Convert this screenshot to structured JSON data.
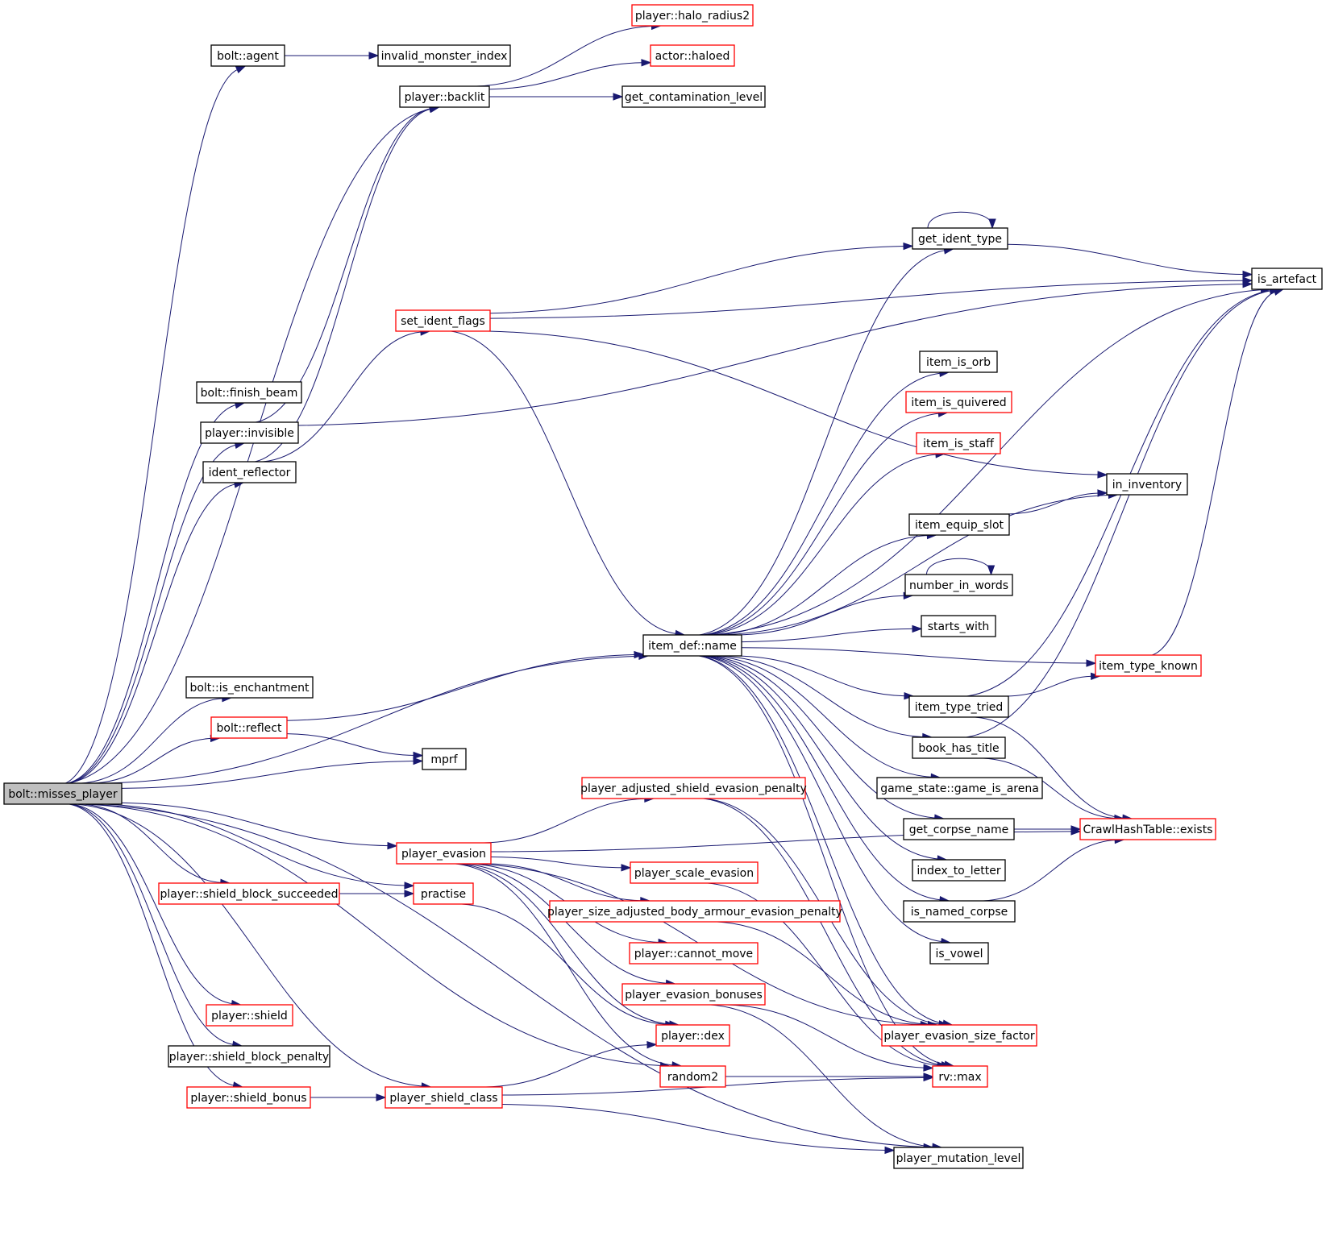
{
  "diagram": {
    "title": "",
    "root": "bolt::misses_player",
    "colors": {
      "edge": "#191970",
      "border_complete": "#000000",
      "border_truncated": "#ff0000",
      "root_fill": "#bfbfbf",
      "node_fill": "#ffffff"
    },
    "nodes": [
      {
        "id": "misses_player",
        "label": "bolt::misses_player",
        "border": "black",
        "root": true
      },
      {
        "id": "agent",
        "label": "bolt::agent",
        "border": "black"
      },
      {
        "id": "invalid_monster_index",
        "label": "invalid_monster_index",
        "border": "black"
      },
      {
        "id": "halo_radius2",
        "label": "player::halo_radius2",
        "border": "red"
      },
      {
        "id": "haloed",
        "label": "actor::haloed",
        "border": "red"
      },
      {
        "id": "backlit",
        "label": "player::backlit",
        "border": "black"
      },
      {
        "id": "get_contamination_level",
        "label": "get_contamination_level",
        "border": "black"
      },
      {
        "id": "get_ident_type",
        "label": "get_ident_type",
        "border": "black"
      },
      {
        "id": "is_artefact",
        "label": "is_artefact",
        "border": "black"
      },
      {
        "id": "set_ident_flags",
        "label": "set_ident_flags",
        "border": "red"
      },
      {
        "id": "item_is_orb",
        "label": "item_is_orb",
        "border": "black"
      },
      {
        "id": "finish_beam",
        "label": "bolt::finish_beam",
        "border": "black"
      },
      {
        "id": "item_is_quivered",
        "label": "item_is_quivered",
        "border": "red"
      },
      {
        "id": "invisible",
        "label": "player::invisible",
        "border": "black"
      },
      {
        "id": "item_is_staff",
        "label": "item_is_staff",
        "border": "red"
      },
      {
        "id": "ident_reflector",
        "label": "ident_reflector",
        "border": "black"
      },
      {
        "id": "in_inventory",
        "label": "in_inventory",
        "border": "black"
      },
      {
        "id": "item_equip_slot",
        "label": "item_equip_slot",
        "border": "black"
      },
      {
        "id": "number_in_words",
        "label": "number_in_words",
        "border": "black"
      },
      {
        "id": "starts_with",
        "label": "starts_with",
        "border": "black"
      },
      {
        "id": "item_name",
        "label": "item_def::name",
        "border": "black"
      },
      {
        "id": "item_type_known",
        "label": "item_type_known",
        "border": "red"
      },
      {
        "id": "is_enchantment",
        "label": "bolt::is_enchantment",
        "border": "black"
      },
      {
        "id": "item_type_tried",
        "label": "item_type_tried",
        "border": "black"
      },
      {
        "id": "reflect",
        "label": "bolt::reflect",
        "border": "red"
      },
      {
        "id": "book_has_title",
        "label": "book_has_title",
        "border": "black"
      },
      {
        "id": "mprf",
        "label": "mprf",
        "border": "black"
      },
      {
        "id": "game_is_arena",
        "label": "game_state::game_is_arena",
        "border": "black"
      },
      {
        "id": "adj_shield_penalty",
        "label": "player_adjusted_shield_evasion_penalty",
        "border": "red"
      },
      {
        "id": "get_corpse_name",
        "label": "get_corpse_name",
        "border": "black"
      },
      {
        "id": "hash_exists",
        "label": "CrawlHashTable::exists",
        "border": "red"
      },
      {
        "id": "player_evasion",
        "label": "player_evasion",
        "border": "red"
      },
      {
        "id": "index_to_letter",
        "label": "index_to_letter",
        "border": "black"
      },
      {
        "id": "scale_evasion",
        "label": "player_scale_evasion",
        "border": "red"
      },
      {
        "id": "shield_block_succeeded",
        "label": "player::shield_block_succeeded",
        "border": "red"
      },
      {
        "id": "practise",
        "label": "practise",
        "border": "red"
      },
      {
        "id": "size_adj_armour",
        "label": "player_size_adjusted_body_armour_evasion_penalty",
        "border": "red"
      },
      {
        "id": "is_named_corpse",
        "label": "is_named_corpse",
        "border": "black"
      },
      {
        "id": "cannot_move",
        "label": "player::cannot_move",
        "border": "red"
      },
      {
        "id": "is_vowel",
        "label": "is_vowel",
        "border": "black"
      },
      {
        "id": "evasion_bonuses",
        "label": "player_evasion_bonuses",
        "border": "red"
      },
      {
        "id": "shield",
        "label": "player::shield",
        "border": "red"
      },
      {
        "id": "dex",
        "label": "player::dex",
        "border": "red"
      },
      {
        "id": "evasion_size_factor",
        "label": "player_evasion_size_factor",
        "border": "red"
      },
      {
        "id": "shield_block_penalty",
        "label": "player::shield_block_penalty",
        "border": "black"
      },
      {
        "id": "random2",
        "label": "random2",
        "border": "red"
      },
      {
        "id": "rv_max",
        "label": "rv::max",
        "border": "red"
      },
      {
        "id": "shield_bonus",
        "label": "player::shield_bonus",
        "border": "red"
      },
      {
        "id": "shield_class",
        "label": "player_shield_class",
        "border": "red"
      },
      {
        "id": "mutation_level",
        "label": "player_mutation_level",
        "border": "black"
      }
    ],
    "edges": [
      [
        "misses_player",
        "agent"
      ],
      [
        "misses_player",
        "backlit"
      ],
      [
        "misses_player",
        "finish_beam"
      ],
      [
        "misses_player",
        "invisible"
      ],
      [
        "misses_player",
        "ident_reflector"
      ],
      [
        "misses_player",
        "item_name"
      ],
      [
        "misses_player",
        "is_enchantment"
      ],
      [
        "misses_player",
        "reflect"
      ],
      [
        "misses_player",
        "mprf"
      ],
      [
        "misses_player",
        "player_evasion"
      ],
      [
        "misses_player",
        "shield_block_succeeded"
      ],
      [
        "misses_player",
        "practise"
      ],
      [
        "misses_player",
        "shield"
      ],
      [
        "misses_player",
        "shield_block_penalty"
      ],
      [
        "misses_player",
        "shield_bonus"
      ],
      [
        "misses_player",
        "shield_class"
      ],
      [
        "misses_player",
        "random2"
      ],
      [
        "misses_player",
        "mutation_level"
      ],
      [
        "agent",
        "invalid_monster_index"
      ],
      [
        "backlit",
        "halo_radius2"
      ],
      [
        "backlit",
        "haloed"
      ],
      [
        "backlit",
        "get_contamination_level"
      ],
      [
        "invisible",
        "backlit"
      ],
      [
        "invisible",
        "is_artefact"
      ],
      [
        "ident_reflector",
        "backlit"
      ],
      [
        "ident_reflector",
        "set_ident_flags"
      ],
      [
        "set_ident_flags",
        "get_ident_type"
      ],
      [
        "set_ident_flags",
        "is_artefact"
      ],
      [
        "set_ident_flags",
        "in_inventory"
      ],
      [
        "set_ident_flags",
        "item_name"
      ],
      [
        "get_ident_type",
        "get_ident_type"
      ],
      [
        "get_ident_type",
        "is_artefact"
      ],
      [
        "item_name",
        "get_ident_type"
      ],
      [
        "item_name",
        "is_artefact"
      ],
      [
        "item_name",
        "item_is_orb"
      ],
      [
        "item_name",
        "item_is_quivered"
      ],
      [
        "item_name",
        "item_is_staff"
      ],
      [
        "item_name",
        "in_inventory"
      ],
      [
        "item_name",
        "item_equip_slot"
      ],
      [
        "item_name",
        "number_in_words"
      ],
      [
        "item_name",
        "starts_with"
      ],
      [
        "item_name",
        "item_type_known"
      ],
      [
        "item_name",
        "item_type_tried"
      ],
      [
        "item_name",
        "book_has_title"
      ],
      [
        "item_name",
        "game_is_arena"
      ],
      [
        "item_name",
        "get_corpse_name"
      ],
      [
        "item_name",
        "index_to_letter"
      ],
      [
        "item_name",
        "is_named_corpse"
      ],
      [
        "item_name",
        "is_vowel"
      ],
      [
        "item_name",
        "rv_max"
      ],
      [
        "item_name",
        "evasion_size_factor"
      ],
      [
        "item_equip_slot",
        "in_inventory"
      ],
      [
        "number_in_words",
        "number_in_words"
      ],
      [
        "item_type_known",
        "is_artefact"
      ],
      [
        "item_type_tried",
        "item_type_known"
      ],
      [
        "item_type_tried",
        "is_artefact"
      ],
      [
        "item_type_tried",
        "hash_exists"
      ],
      [
        "book_has_title",
        "is_artefact"
      ],
      [
        "book_has_title",
        "hash_exists"
      ],
      [
        "get_corpse_name",
        "hash_exists"
      ],
      [
        "is_named_corpse",
        "hash_exists"
      ],
      [
        "reflect",
        "item_name"
      ],
      [
        "reflect",
        "mprf"
      ],
      [
        "player_evasion",
        "adj_shield_penalty"
      ],
      [
        "player_evasion",
        "scale_evasion"
      ],
      [
        "player_evasion",
        "size_adj_armour"
      ],
      [
        "player_evasion",
        "cannot_move"
      ],
      [
        "player_evasion",
        "evasion_bonuses"
      ],
      [
        "player_evasion",
        "dex"
      ],
      [
        "player_evasion",
        "random2"
      ],
      [
        "player_evasion",
        "evasion_size_factor"
      ],
      [
        "player_evasion",
        "hash_exists"
      ],
      [
        "adj_shield_penalty",
        "evasion_size_factor"
      ],
      [
        "adj_shield_penalty",
        "rv_max"
      ],
      [
        "scale_evasion",
        "rv_max"
      ],
      [
        "size_adj_armour",
        "evasion_size_factor"
      ],
      [
        "evasion_bonuses",
        "rv_max"
      ],
      [
        "evasion_bonuses",
        "mutation_level"
      ],
      [
        "shield_block_succeeded",
        "practise"
      ],
      [
        "practise",
        "dex"
      ],
      [
        "random2",
        "rv_max"
      ],
      [
        "shield_bonus",
        "shield_class"
      ],
      [
        "shield_class",
        "dex"
      ],
      [
        "shield_class",
        "rv_max"
      ],
      [
        "shield_class",
        "mutation_level"
      ]
    ]
  }
}
